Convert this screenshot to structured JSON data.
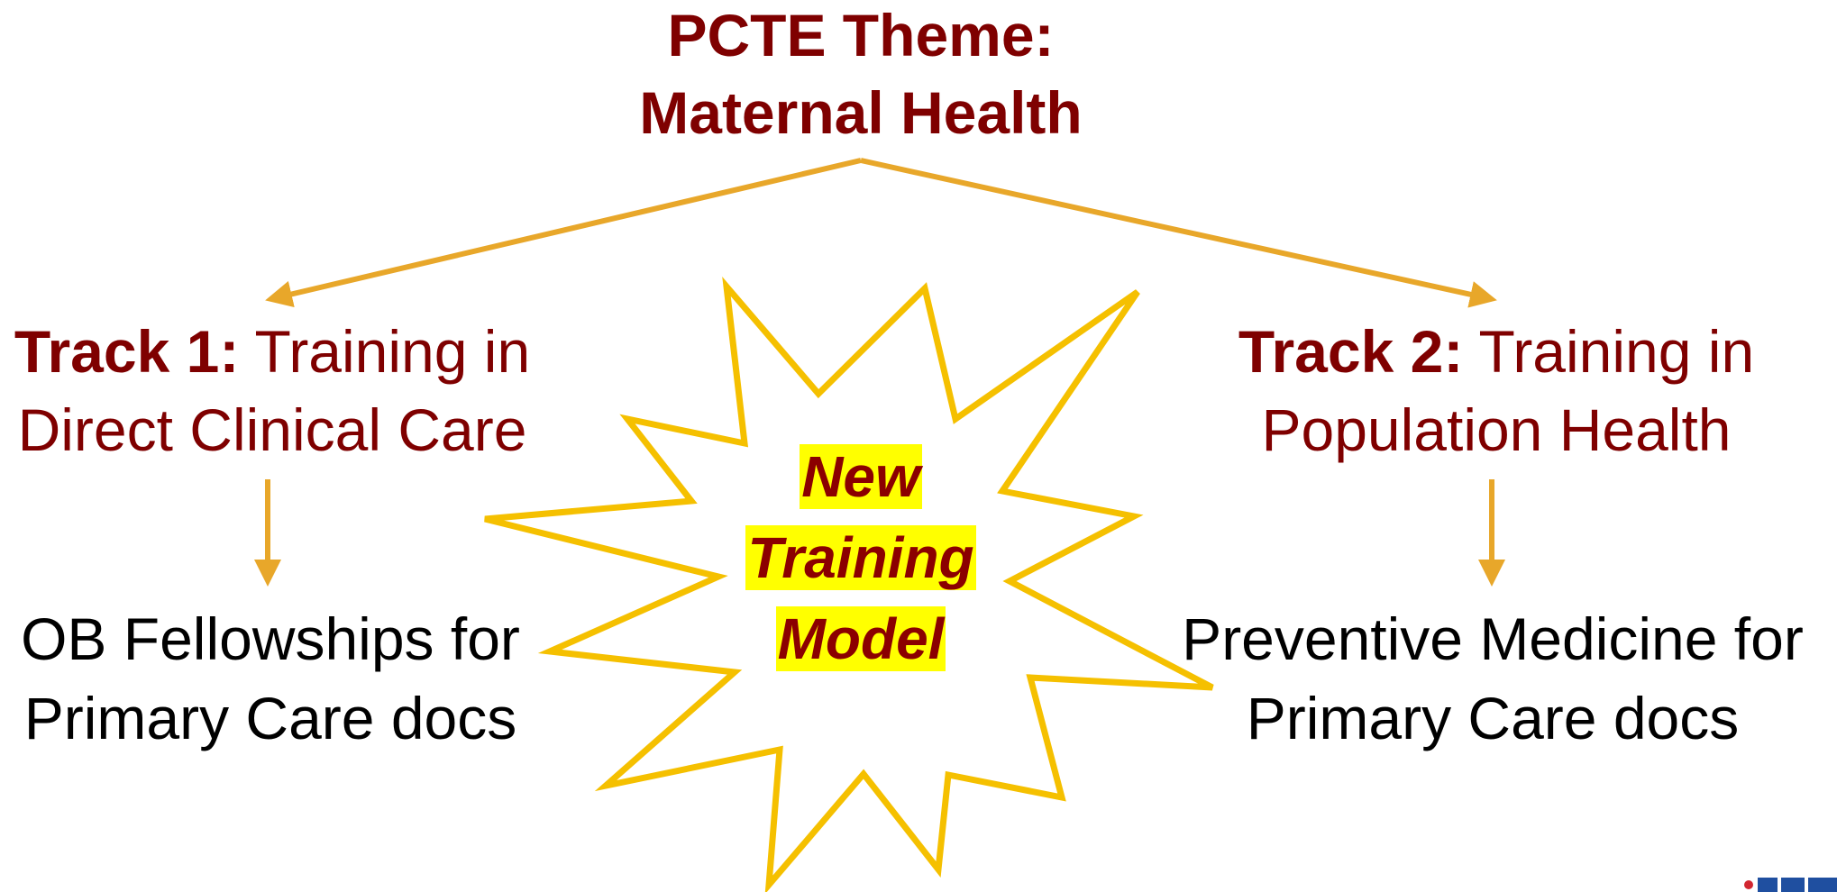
{
  "theme": {
    "line1": "PCTE Theme:",
    "line2": "Maternal Health"
  },
  "track1": {
    "label": "Track 1:",
    "text_line1": " Training in",
    "text_line2": "Direct Clinical Care",
    "outcome_line1": "OB Fellowships for",
    "outcome_line2": "Primary Care docs"
  },
  "track2": {
    "label": "Track 2:",
    "text_line1": " Training in",
    "text_line2": "Population Health",
    "outcome_line1": "Preventive Medicine for",
    "outcome_line2": "Primary Care docs"
  },
  "burst": {
    "line1": "New",
    "line2": "Training",
    "line3": "Model"
  },
  "colors": {
    "title": "#7f0000",
    "arrow": "#e8a72a",
    "starburst": "#f5c000",
    "highlight": "#ffff00",
    "outcome_text": "#000000"
  },
  "icons": [
    "starburst-shape",
    "arrow-down-icon",
    "logo-mark"
  ]
}
